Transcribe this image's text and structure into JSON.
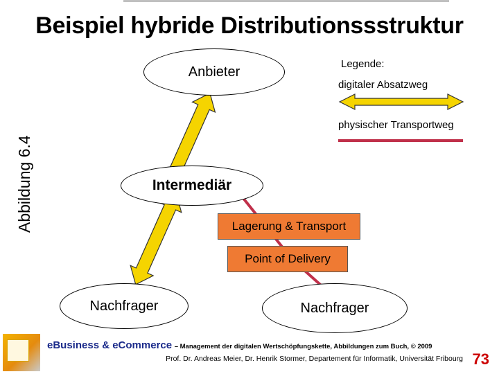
{
  "title": "Beispiel hybride Distributionssstruktur",
  "side_label": "Abbildung 6.4",
  "legend": {
    "heading": "Legende:",
    "digital_label": "digitaler Absatzweg",
    "physical_label": "physischer Transportweg"
  },
  "nodes": {
    "provider": "Anbieter",
    "intermediary": "Intermediär",
    "consumer_left": "Nachfrager",
    "consumer_right": "Nachfrager"
  },
  "boxes": {
    "storage": "Lagerung & Transport",
    "delivery": "Point of Delivery"
  },
  "colors": {
    "digital_arrow_fill": "#f5d400",
    "digital_arrow_stroke": "#333333",
    "physical_line": "#c0304a",
    "box_fill": "#ef7a33",
    "brand": "#1a2a8a",
    "page_number": "#cc0000"
  },
  "footer": {
    "brand": "eBusiness & eCommerce",
    "subtitle": "– Management der digitalen Wertschöpfungskette, Abbildungen zum Buch, © 2009",
    "authors": "Prof. Dr. Andreas Meier, Dr. Henrik Stormer, Departement für Informatik, Universität Fribourg",
    "page_number": "73"
  }
}
